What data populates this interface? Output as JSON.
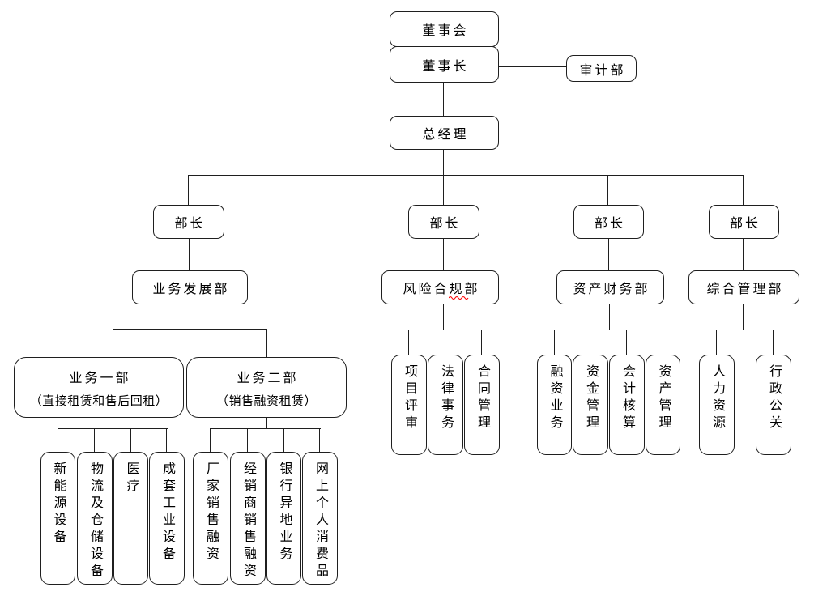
{
  "colors": {
    "line": "#1f1f1f",
    "box_border": "#1f1f1f",
    "background": "#ffffff",
    "spellcheck_underline": "#ff0000"
  },
  "org": {
    "board": "董事会",
    "chairman": "董事长",
    "audit_dept": "审计部",
    "general_manager": "总经理",
    "branches": [
      {
        "head": "部长",
        "dept": "业务发展部",
        "units": [
          {
            "title": "业务一部",
            "subtitle": "（直接租赁和售后回租）",
            "items": [
              "新能源设备",
              "物流及仓储设备",
              "医疗",
              "成套工业设备"
            ]
          },
          {
            "title": "业务二部",
            "subtitle": "（销售融资租赁）",
            "items": [
              "厂家销售融资",
              "经销商销售融资",
              "银行异地业务",
              "网上个人消费品"
            ]
          }
        ]
      },
      {
        "head": "部长",
        "dept": "风险合规部",
        "items": [
          "项目评审",
          "法律事务",
          "合同管理"
        ]
      },
      {
        "head": "部长",
        "dept": "资产财务部",
        "items": [
          "融资业务",
          "资金管理",
          "会计核算",
          "资产管理"
        ]
      },
      {
        "head": "部长",
        "dept": "综合管理部",
        "items": [
          "人力资源",
          "行政公关"
        ]
      }
    ]
  }
}
